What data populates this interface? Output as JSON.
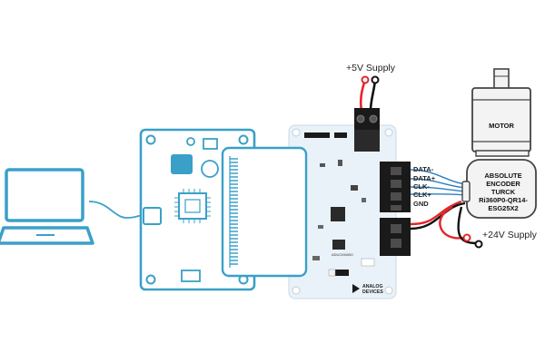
{
  "supply_5v": "+5V Supply",
  "supply_24v": "+24V Supply",
  "signals": {
    "data_minus": "DATA-",
    "data_plus": "DATA+",
    "clk_minus": "CLK-",
    "clk_plus": "CLK+",
    "gnd": "GND"
  },
  "motor": {
    "label": "MOTOR"
  },
  "encoder": {
    "line1": "ABSOLUTE",
    "line2": "ENCODER",
    "line3": "TURCK",
    "line4": "Ri360P0-QR14-",
    "line5": "ESG25X2"
  },
  "board": {
    "chip_label": "ADUCM4050",
    "brand_line1": "ANALOG",
    "brand_line2": "DEVICES"
  },
  "colors": {
    "outline_blue": "#3aa0c8",
    "board_fill": "#e9f2f9",
    "terminal_black": "#1a1a1a",
    "wire_red": "#e4252b",
    "wire_black": "#111111",
    "encoder_wire_blue": "#2d7fc1",
    "motor_gray": "#f3f3f3",
    "motor_stroke": "#444444"
  }
}
